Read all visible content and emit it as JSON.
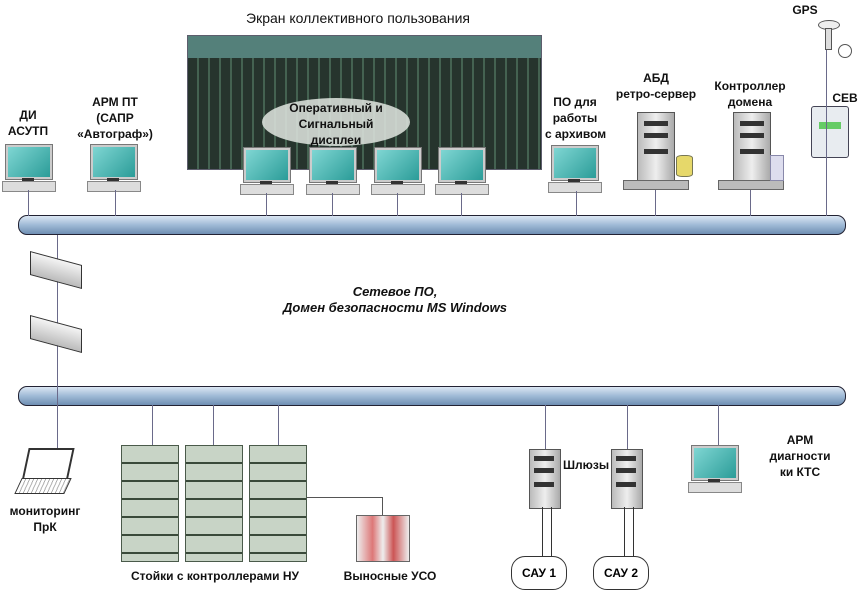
{
  "title": "Экран коллективного пользования",
  "top_labels": {
    "di": [
      "ДИ",
      "АСУТП"
    ],
    "arm_pt": [
      "АРМ ПТ",
      "(САПР",
      "«Автограф»)"
    ],
    "displays": [
      "Оперативный и",
      "Сигнальный",
      "дисплеи"
    ],
    "po": [
      "ПО для",
      "работы",
      "с архивом"
    ],
    "abd": [
      "АБД",
      "ретро-сервер"
    ],
    "dc": [
      "Контроллер",
      "домена"
    ],
    "gps": "GPS",
    "ceb": "СЕВ"
  },
  "center": {
    "line1": "Сетевое ПО,",
    "line2": "Домен безопасности MS Windows"
  },
  "bottom_labels": {
    "monitoring": [
      "мониторинг",
      "ПрК"
    ],
    "racks": "Стойки с контроллерами НУ",
    "uso": "Выносные УСО",
    "gateways": "Шлюзы",
    "sau1": "САУ 1",
    "sau2": "САУ 2",
    "arm_diag": [
      "АРМ",
      "диагности",
      "ки КТС"
    ]
  },
  "colors": {
    "bus": "#9fbad6",
    "screen": "#2b9c98"
  }
}
